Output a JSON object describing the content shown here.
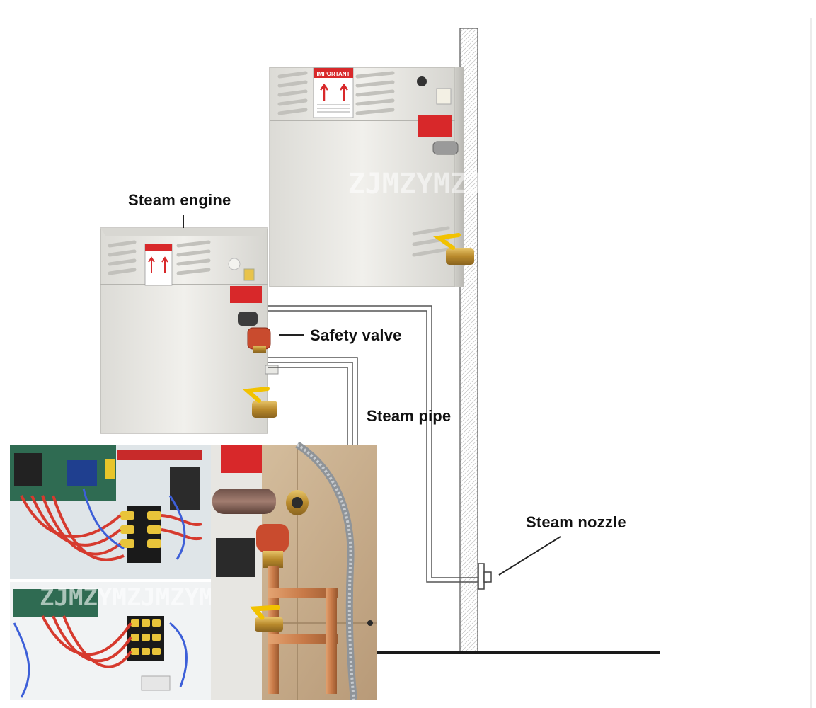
{
  "labels": {
    "steam_engine": "Steam engine",
    "safety_valve": "Safety valve",
    "steam_pipe": "Steam pipe",
    "steam_nozzle": "Steam nozzle"
  },
  "unit_sticker": {
    "title": "IMPORTANT"
  },
  "watermark": {
    "upper": "ZJMZYMZJMZ",
    "lower": "ZJMZYMZJMZYMJMZYM"
  },
  "colors": {
    "unit_body": "#ecebe7",
    "sticker_red": "#d8282a",
    "brass": "#c9a24a",
    "valve_handle": "#f2c200",
    "wall": "#ffffff",
    "floor": "#1a1a1a"
  }
}
